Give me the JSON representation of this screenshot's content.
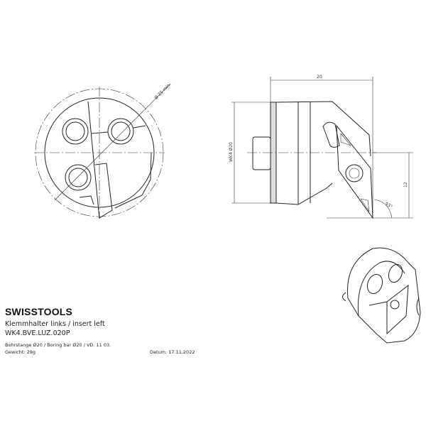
{
  "title_block": {
    "brand": "SWISSTOOLS",
    "name": "Klemmhalter links / insert left",
    "part_number": "WK4.BVE.LUZ.020P",
    "description": "Bohrstange Ø20 / Boring bar Ø20 / VD. 11 03.",
    "weight": "Gewicht: 29g",
    "date": "Datum: 17.11.2022"
  },
  "dimensions": {
    "front_diameter": "Ø 25 min.",
    "length": "20",
    "shank": "WK4 Ø20",
    "height": "12",
    "angle": "93°"
  }
}
